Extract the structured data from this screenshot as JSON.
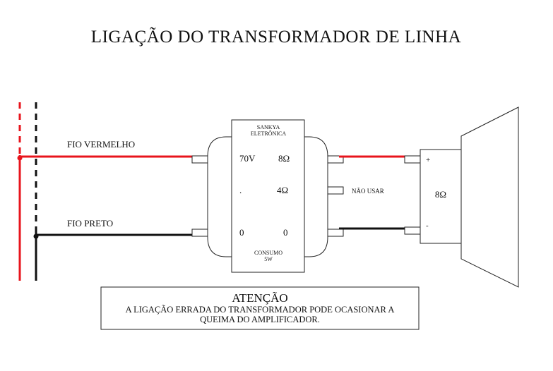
{
  "title": "LIGAÇÃO DO TRANSFORMADOR DE LINHA",
  "wires": {
    "red_label": "FIO VERMELHO",
    "black_label": "FIO PRETO"
  },
  "transformer": {
    "brand_line1": "SANKYA",
    "brand_line2": "ELETRÔNICA",
    "tap_70v": "70V",
    "tap_dot": ".",
    "tap_0_primary": "0",
    "tap_8ohm": "8Ω",
    "tap_4ohm": "4Ω",
    "tap_0_secondary": "0",
    "consumo_line1": "CONSUMO",
    "consumo_line2": "5W"
  },
  "nao_usar": "NÃO USAR",
  "speaker": {
    "plus": "+",
    "minus": "-",
    "impedance": "8Ω"
  },
  "warning": {
    "heading": "ATENÇÃO",
    "line1": "A LIGAÇÃO ERRADA DO TRANSFORMADOR PODE OCASIONAR A",
    "line2": "QUEIMA DO AMPLIFICADOR."
  },
  "colors": {
    "red_wire": "#e8141c",
    "black_wire": "#111111",
    "outline": "#222222"
  }
}
